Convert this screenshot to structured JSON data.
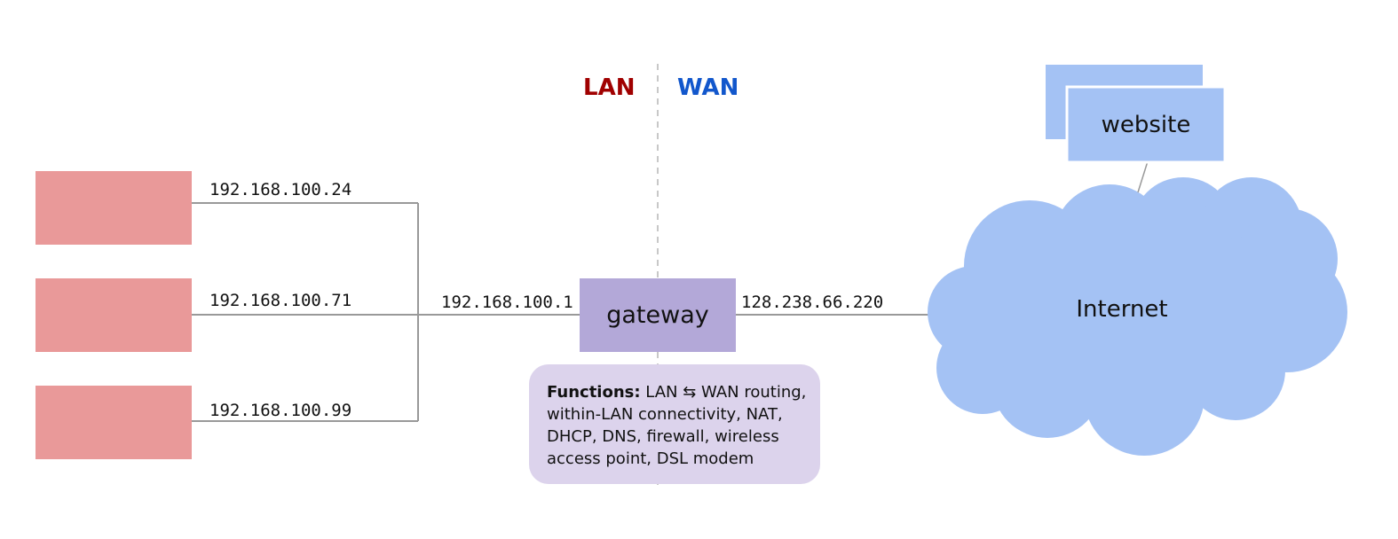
{
  "zones": {
    "lan": "LAN",
    "wan": "WAN"
  },
  "devices": [
    {
      "ip": "192.168.100.24"
    },
    {
      "ip": "192.168.100.71"
    },
    {
      "ip": "192.168.100.99"
    }
  ],
  "gateway": {
    "label": "gateway",
    "lan_ip": "192.168.100.1",
    "wan_ip": "128.238.66.220"
  },
  "functions": {
    "title": "Functions:",
    "text": " LAN ⇆ WAN routing, within-LAN connectivity, NAT, DHCP, DNS, firewall, wireless access point, DSL modem"
  },
  "internet": {
    "label": "Internet"
  },
  "website": {
    "label": "website"
  },
  "colors": {
    "device": "#e99999",
    "gateway": "#b3a8d8",
    "functions_box": "#dcd3ec",
    "internet": "#a4c2f4",
    "lan_text": "#a00000",
    "wan_text": "#1257cc",
    "line": "#999999"
  }
}
